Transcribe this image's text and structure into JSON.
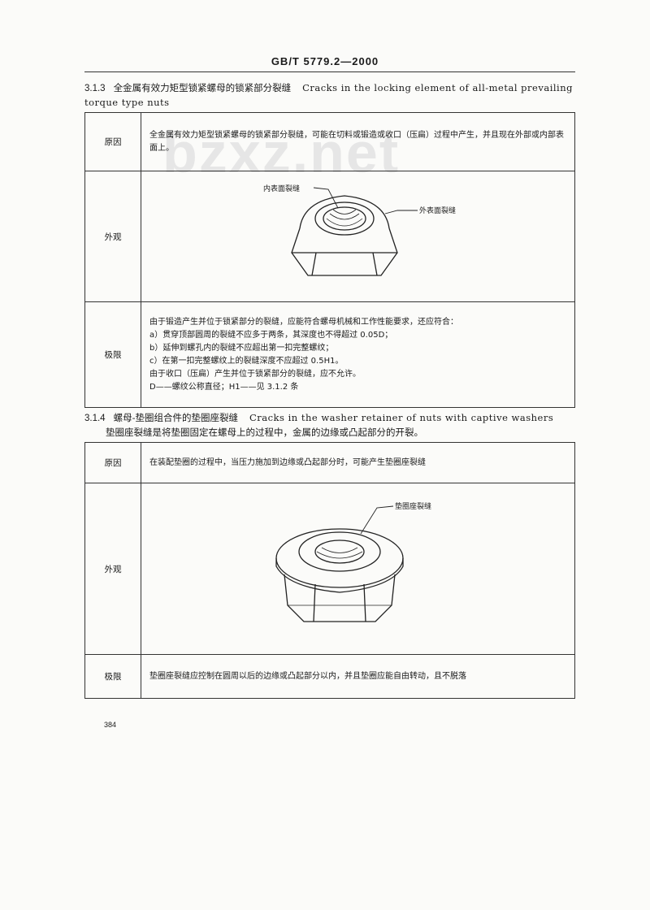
{
  "header": {
    "standard_number": "GB/T 5779.2—2000"
  },
  "watermark": {
    "text": "bzxz.net"
  },
  "section_1": {
    "number": "3.1.3",
    "title_cn": "全金属有效力矩型锁紧螺母的锁紧部分裂缝",
    "title_en": "Cracks in the locking element of all-metal prevailing torque type nuts",
    "rows": {
      "cause_label": "原因",
      "cause_text": "全金属有效力矩型锁紧螺母的锁紧部分裂缝，可能在切料或锻造或收口（压扁）过程中产生，并且现在外部或内部表面上。",
      "appearance_label": "外观",
      "limit_label": "极限",
      "limit_lines": [
        "由于锻造产生并位于锁紧部分的裂缝，应能符合螺母机械和工作性能要求，还应符合：",
        "a）贯穿顶部圆周的裂缝不应多于两条，其深度也不得超过 0.05D；",
        "b）延伸到螺孔内的裂缝不应超出第一扣完整螺纹；",
        "c）在第一扣完整螺纹上的裂缝深度不应超过 0.5H1。",
        "由于收口（压扁）产生并位于锁紧部分的裂缝，应不允许。",
        "D——螺纹公称直径；H1——见 3.1.2 条"
      ]
    },
    "figure_labels": {
      "inner": "内表面裂缝",
      "outer": "外表面裂缝"
    }
  },
  "section_2": {
    "number": "3.1.4",
    "title_cn": "螺母-垫圈组合件的垫圈座裂缝",
    "title_en": "Cracks in the washer retainer of nuts with captive washers",
    "subtitle": "垫圈座裂缝是将垫圈固定在螺母上的过程中，金属的边缘或凸起部分的开裂。",
    "rows": {
      "cause_label": "原因",
      "cause_text": "在装配垫圈的过程中，当压力施加到边缘或凸起部分时，可能产生垫圈座裂缝",
      "appearance_label": "外观",
      "limit_label": "极限",
      "limit_text": "垫圈座裂缝应控制在圆周以后的边缘或凸起部分以内，并且垫圈应能自由转动，且不脱落"
    },
    "figure_labels": {
      "seat": "垫圈座裂缝"
    }
  },
  "footer": {
    "page_number": "384"
  }
}
